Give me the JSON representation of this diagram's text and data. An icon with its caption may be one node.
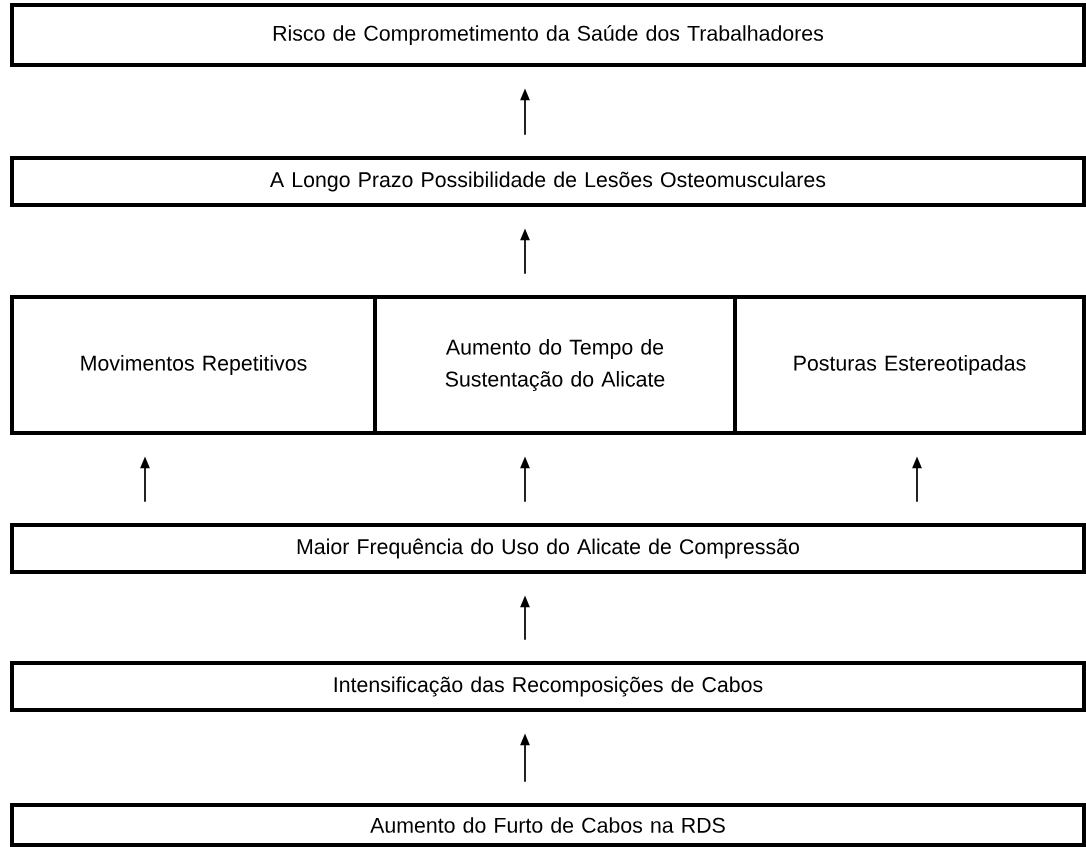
{
  "diagram": {
    "nodes": [
      {
        "text": [
          "Risco de Comprometimento da Saúde dos Trabalhadores"
        ]
      },
      {
        "text": [
          "A Longo Prazo Possibilidade de Lesões Osteomusculares"
        ]
      },
      {
        "text": [
          "Movimentos Repetitivos"
        ]
      },
      {
        "text": [
          "Aumento do Tempo de Sustentação do Alicate"
        ]
      },
      {
        "text": [
          "Posturas Estereotipadas"
        ]
      },
      {
        "text": [
          "Maior Frequência do Uso do Alicate de Compressão"
        ]
      },
      {
        "text": [
          "Intensificação das Recomposições de Cabos"
        ]
      },
      {
        "text": [
          "Aumento do Furto de Cabos na RDS"
        ]
      }
    ],
    "edges": [
      {
        "from": 7,
        "to": 6,
        "arrow": "to"
      },
      {
        "from": 6,
        "to": 5,
        "arrow": "to"
      },
      {
        "from": 5,
        "to": 2,
        "arrow": "to"
      },
      {
        "from": 5,
        "to": 3,
        "arrow": "to"
      },
      {
        "from": 5,
        "to": 4,
        "arrow": "to"
      },
      {
        "from": 3,
        "to": 1,
        "arrow": "to"
      },
      {
        "from": 1,
        "to": 0,
        "arrow": "to"
      }
    ]
  }
}
